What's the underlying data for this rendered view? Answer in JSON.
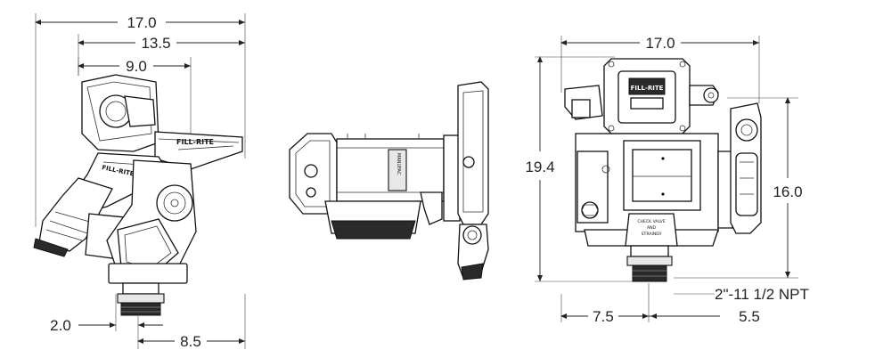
{
  "brand": {
    "logo_text": "FILL-RITE",
    "nozzle_text": "FILL-RITE",
    "display_text": "FILL-RITE",
    "side_label": "MANUFAC",
    "valve_label": [
      "CHECK VALVE",
      "AND",
      "STRAINER"
    ]
  },
  "dimensions": {
    "left_view": {
      "overall_width": "17.0",
      "width_b": "13.5",
      "width_c": "9.0",
      "inlet_offset": "2.0",
      "inlet_to_edge": "8.5"
    },
    "front_view": {
      "overall_width": "17.0",
      "overall_height": "19.4",
      "inlet_height": "16.0",
      "left_to_inlet": "7.5",
      "inlet_to_right": "5.5",
      "thread_spec": "2\"-11 1/2 NPT"
    }
  }
}
